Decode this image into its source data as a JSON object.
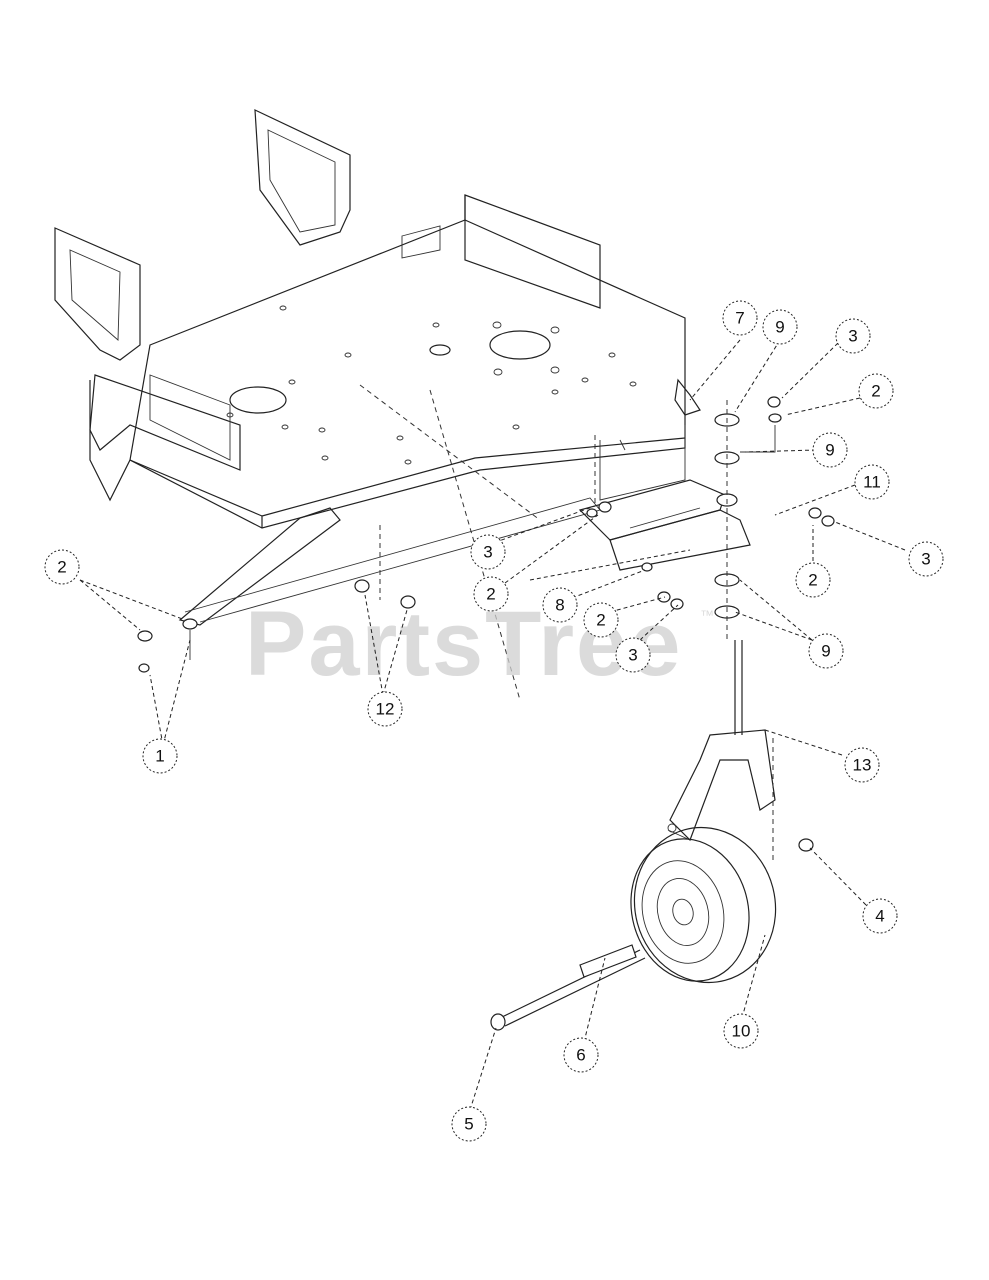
{
  "watermark": {
    "text": "PartsTree",
    "trademark": "™"
  },
  "callouts": [
    {
      "label": "7"
    },
    {
      "label": "9"
    },
    {
      "label": "3"
    },
    {
      "label": "2"
    },
    {
      "label": "9"
    },
    {
      "label": "11"
    },
    {
      "label": "3"
    },
    {
      "label": "2"
    },
    {
      "label": "2"
    },
    {
      "label": "3"
    },
    {
      "label": "2"
    },
    {
      "label": "8"
    },
    {
      "label": "2"
    },
    {
      "label": "3"
    },
    {
      "label": "9"
    },
    {
      "label": "12"
    },
    {
      "label": "1"
    },
    {
      "label": "13"
    },
    {
      "label": "4"
    },
    {
      "label": "10"
    },
    {
      "label": "6"
    },
    {
      "label": "5"
    }
  ]
}
